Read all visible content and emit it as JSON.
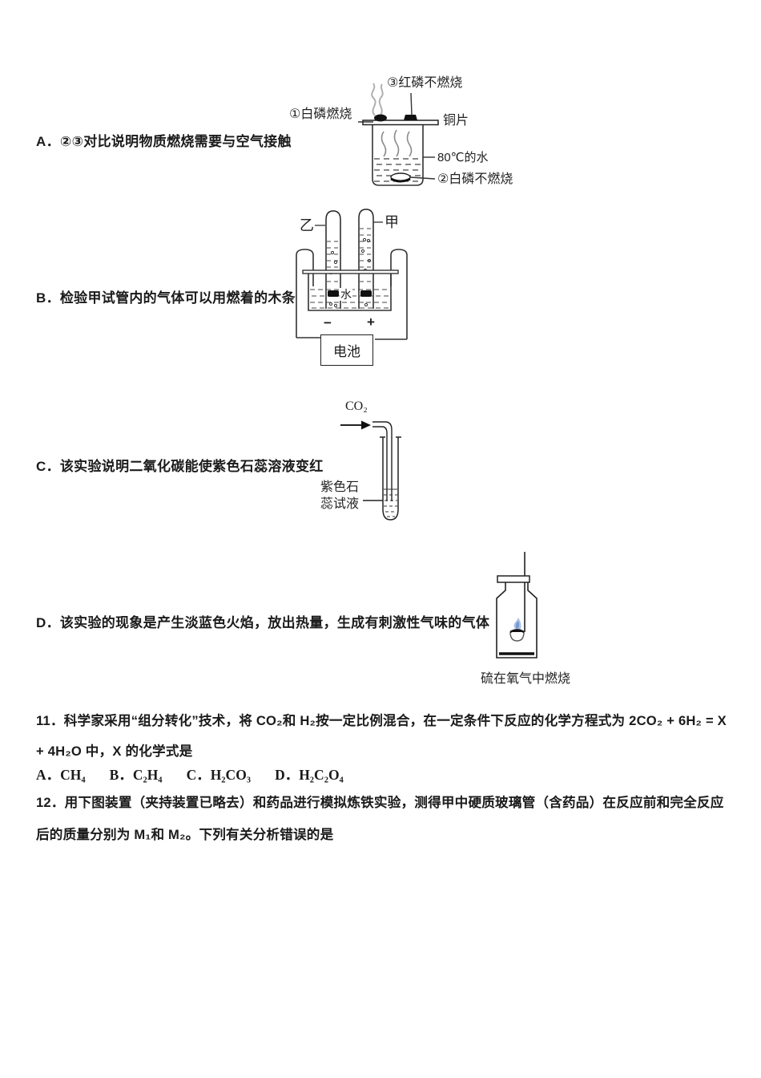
{
  "q10": {
    "option_a": "A．②③对比说明物质燃烧需要与空气接触",
    "option_b": "B．检验甲试管内的气体可以用燃着的木条",
    "option_c": "C．该实验说明二氧化碳能使紫色石蕊溶液变红",
    "option_d": "D．该实验的现象是产生淡蓝色火焰，放出热量，生成有刺激性气味的气体"
  },
  "phosphorus_diagram": {
    "label_red_p": "③红磷不燃烧",
    "label_white_p_burning": "①白磷燃烧",
    "label_copper": "铜片",
    "label_water": "80℃的水",
    "label_white_p_not_burning": "②白磷不燃烧"
  },
  "electrolysis_diagram": {
    "tube_left": "乙",
    "tube_right": "甲",
    "water": "水",
    "minus": "−",
    "plus": "+",
    "battery": "电池"
  },
  "co2_diagram": {
    "gas": "CO₂",
    "solution_line1": "紫色石",
    "solution_line2": "蕊试液"
  },
  "sulfur_diagram": {
    "caption": "硫在氧气中燃烧"
  },
  "q11": {
    "line1": "11．科学家采用“组分转化”技术，将 CO₂和 H₂按一定比例混合，在一定条件下反应的化学方程式为 2CO₂ + 6H₂  = X",
    "line2": "+ 4H₂O 中，X 的化学式是",
    "options": [
      "A．CH₄",
      "B．C₂H₄",
      "C．H₂CO₃",
      "D．H₂C₂O₄"
    ]
  },
  "q12": {
    "line1": "12．用下图装置（夹持装置已略去）和药品进行模拟炼铁实验，测得甲中硬质玻璃管（含药品）在反应前和完全反应",
    "line2": "后的质量分别为 M₁和 M₂。下列有关分析错误的是"
  }
}
